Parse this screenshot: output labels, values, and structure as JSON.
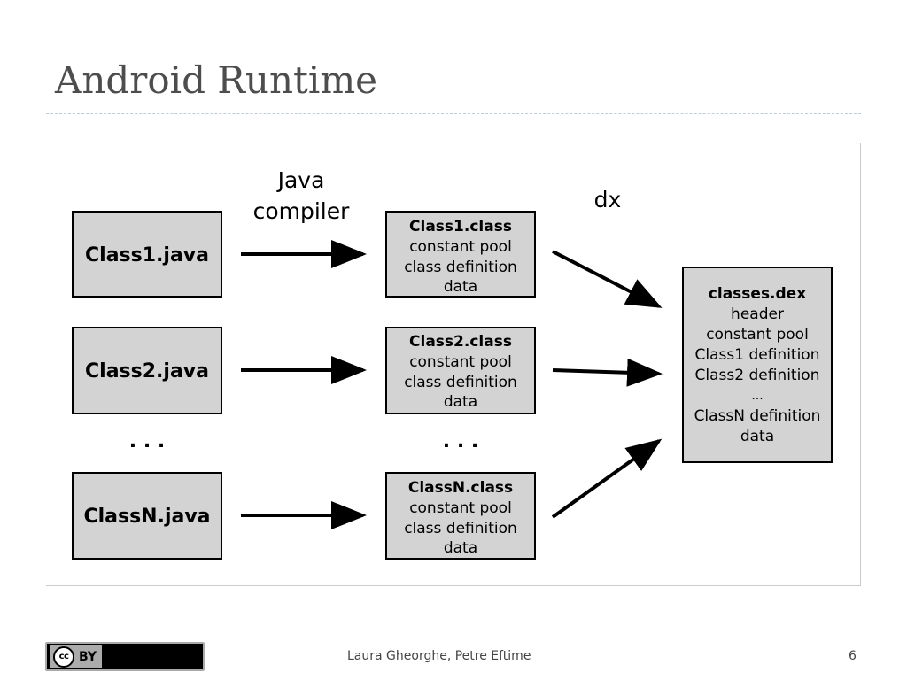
{
  "slide": {
    "title": "Android Runtime"
  },
  "diagram": {
    "sources": [
      {
        "label": "Class1.java"
      },
      {
        "label": "Class2.java"
      },
      {
        "label": "ClassN.java"
      }
    ],
    "source_ellipsis": ". . .",
    "compiler_label_line1": "Java",
    "compiler_label_line2": "compiler",
    "class_files": [
      {
        "title": "Class1.class",
        "line1": "constant pool",
        "line2": "class definition",
        "line3": "data"
      },
      {
        "title": "Class2.class",
        "line1": "constant pool",
        "line2": "class definition",
        "line3": "data"
      },
      {
        "title": "ClassN.class",
        "line1": "constant pool",
        "line2": "class definition",
        "line3": "data"
      }
    ],
    "class_ellipsis": ". . .",
    "dx_label": "dx",
    "dex": {
      "title": "classes.dex",
      "lines": [
        "header",
        "constant pool",
        "Class1 definition",
        "Class2 definition",
        "...",
        "ClassN definition",
        "data"
      ]
    }
  },
  "footer": {
    "license_icon": "cc-icon",
    "license_cc": "cc",
    "license_by": "BY",
    "authors": "Laura Gheorghe, Petre Eftime",
    "page_number": "6"
  }
}
